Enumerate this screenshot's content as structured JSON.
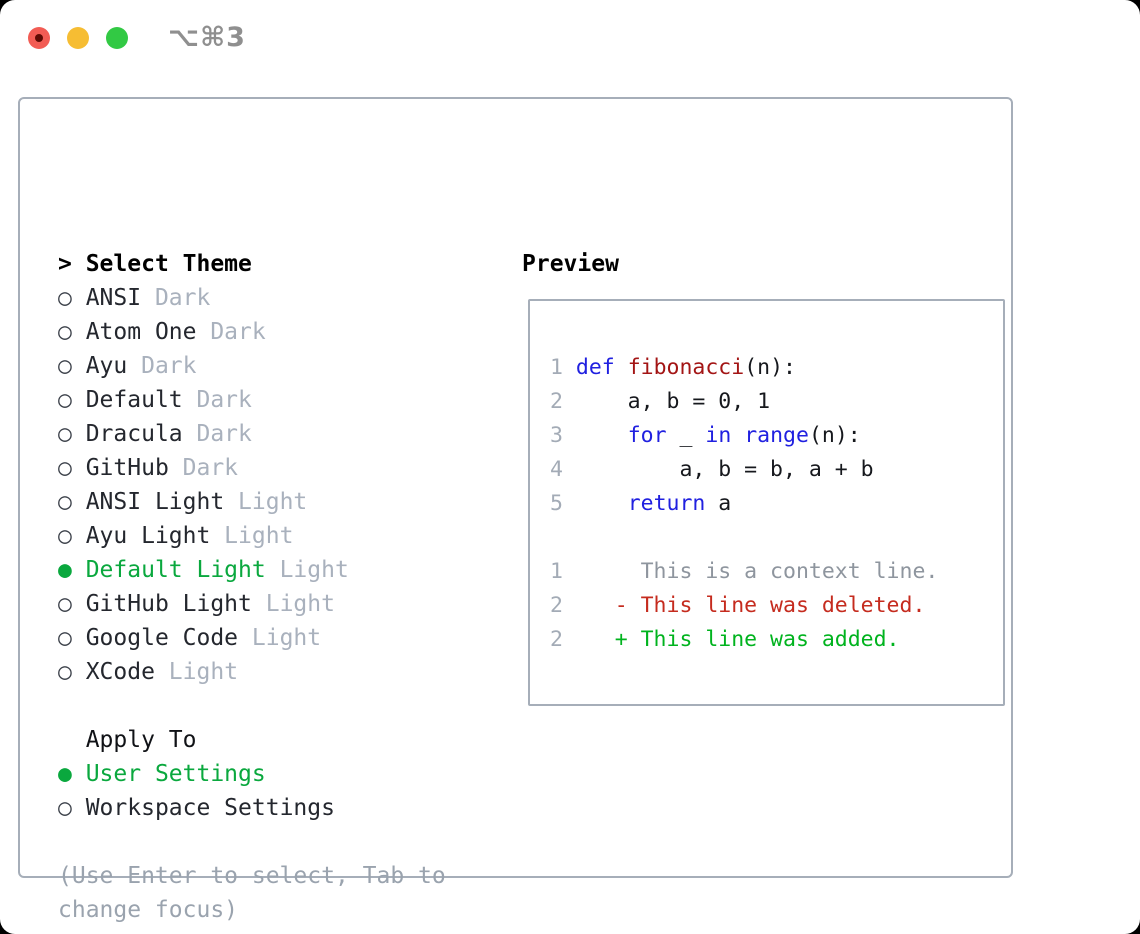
{
  "window": {
    "title": "⌥⌘3",
    "traffic_lights": [
      {
        "name": "close-button",
        "color": "#f25c54"
      },
      {
        "name": "minimize-button",
        "color": "#f6bd33"
      },
      {
        "name": "zoom-button",
        "color": "#32c944"
      }
    ]
  },
  "theme_picker": {
    "header": {
      "prefix": ">",
      "label": "Select Theme"
    },
    "items": [
      {
        "name": "ANSI",
        "tag": "Dark",
        "selected": false
      },
      {
        "name": "Atom One",
        "tag": "Dark",
        "selected": false
      },
      {
        "name": "Ayu",
        "tag": "Dark",
        "selected": false
      },
      {
        "name": "Default",
        "tag": "Dark",
        "selected": false
      },
      {
        "name": "Dracula",
        "tag": "Dark",
        "selected": false
      },
      {
        "name": "GitHub",
        "tag": "Dark",
        "selected": false
      },
      {
        "name": "ANSI Light",
        "tag": "Light",
        "selected": false
      },
      {
        "name": "Ayu Light",
        "tag": "Light",
        "selected": false
      },
      {
        "name": "Default Light",
        "tag": "Light",
        "selected": true
      },
      {
        "name": "GitHub Light",
        "tag": "Light",
        "selected": false
      },
      {
        "name": "Google Code",
        "tag": "Light",
        "selected": false
      },
      {
        "name": "XCode",
        "tag": "Light",
        "selected": false
      }
    ],
    "markers": {
      "selected": "●",
      "unselected": "○"
    },
    "apply_to": {
      "label": "Apply To",
      "options": [
        {
          "name": "User Settings",
          "selected": true
        },
        {
          "name": "Workspace Settings",
          "selected": false
        }
      ]
    },
    "hint_lines": [
      "(Use Enter to select, Tab to",
      "change focus)"
    ]
  },
  "preview": {
    "label": "Preview",
    "lines": [
      {
        "num": "1",
        "tokens": [
          [
            "plain",
            " "
          ],
          [
            "kw",
            "def"
          ],
          [
            "plain",
            " "
          ],
          [
            "fn",
            "fibonacci"
          ],
          [
            "plain",
            "(n):"
          ]
        ]
      },
      {
        "num": "2",
        "tokens": [
          [
            "plain",
            "     a, b = 0, 1"
          ]
        ]
      },
      {
        "num": "3",
        "tokens": [
          [
            "plain",
            "     "
          ],
          [
            "kw",
            "for"
          ],
          [
            "plain",
            " _ "
          ],
          [
            "kw",
            "in"
          ],
          [
            "plain",
            " "
          ],
          [
            "kw",
            "range"
          ],
          [
            "plain",
            "(n):"
          ]
        ]
      },
      {
        "num": "4",
        "tokens": [
          [
            "plain",
            "         a, b = b, a + b"
          ]
        ]
      },
      {
        "num": "5",
        "tokens": [
          [
            "plain",
            "     "
          ],
          [
            "kw",
            "return"
          ],
          [
            "plain",
            " a"
          ]
        ]
      },
      {
        "num": "",
        "tokens": []
      },
      {
        "num": "1",
        "tokens": [
          [
            "ctx",
            "      This is a context line."
          ]
        ]
      },
      {
        "num": "2",
        "tokens": [
          [
            "del",
            "    - This line was deleted."
          ]
        ]
      },
      {
        "num": "2",
        "tokens": [
          [
            "add",
            "    + This line was added."
          ]
        ]
      }
    ]
  },
  "colors": {
    "accent_green": "#0aa83e",
    "keyword_blue": "#2020e0",
    "function_red": "#a31515",
    "deleted_red": "#c52b1e",
    "added_green": "#00b31e",
    "muted_gray": "#a9b1bd",
    "line_number_gray": "#a3abb6",
    "context_gray": "#8e959e",
    "hint_gray": "#9aa3ae",
    "border_gray": "#a6aeb9",
    "traffic_red": "#f25c54",
    "traffic_yellow": "#f6bd33",
    "traffic_green": "#32c944"
  }
}
